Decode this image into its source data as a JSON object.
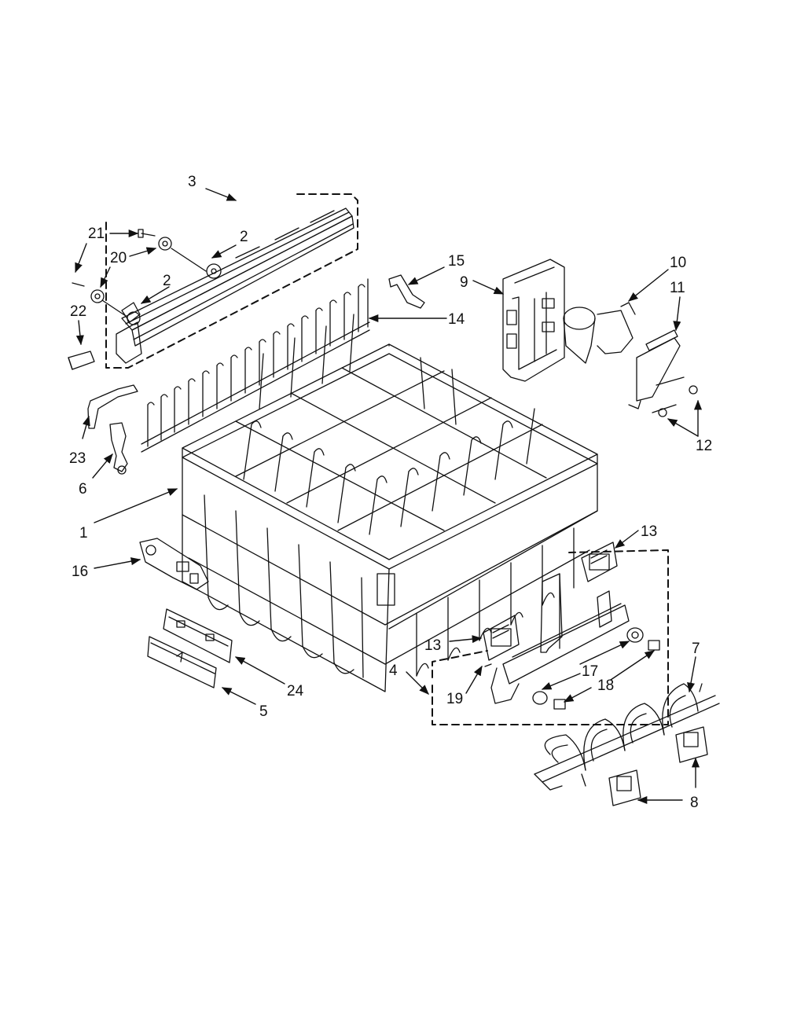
{
  "diagram": {
    "ink_color": "#111111",
    "background_color": "#ffffff",
    "callouts": [
      {
        "id": "c3",
        "label": "3"
      },
      {
        "id": "c21",
        "label": "21"
      },
      {
        "id": "c2a",
        "label": "2"
      },
      {
        "id": "c20",
        "label": "20"
      },
      {
        "id": "c2b",
        "label": "2"
      },
      {
        "id": "c22",
        "label": "22"
      },
      {
        "id": "c15",
        "label": "15"
      },
      {
        "id": "c9",
        "label": "9"
      },
      {
        "id": "c14",
        "label": "14"
      },
      {
        "id": "c10",
        "label": "10"
      },
      {
        "id": "c11",
        "label": "11"
      },
      {
        "id": "c12",
        "label": "12"
      },
      {
        "id": "c23",
        "label": "23"
      },
      {
        "id": "c6",
        "label": "6"
      },
      {
        "id": "c1",
        "label": "1"
      },
      {
        "id": "c16",
        "label": "16"
      },
      {
        "id": "c13a",
        "label": "13"
      },
      {
        "id": "c13b",
        "label": "13"
      },
      {
        "id": "c4",
        "label": "4"
      },
      {
        "id": "c19",
        "label": "19"
      },
      {
        "id": "c17",
        "label": "17"
      },
      {
        "id": "c18",
        "label": "18"
      },
      {
        "id": "c7",
        "label": "7"
      },
      {
        "id": "c24",
        "label": "24"
      },
      {
        "id": "c5",
        "label": "5"
      },
      {
        "id": "c8",
        "label": "8"
      }
    ]
  }
}
